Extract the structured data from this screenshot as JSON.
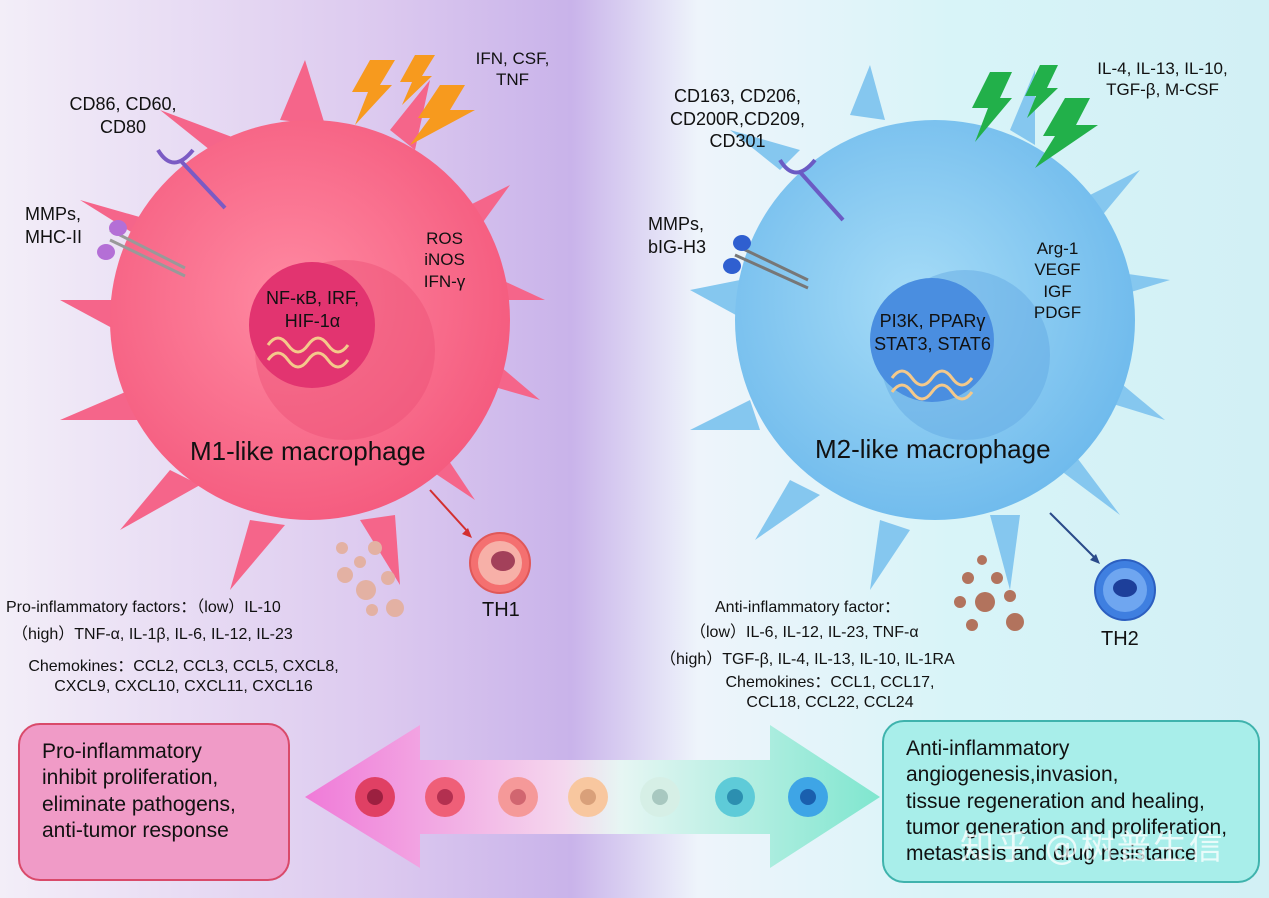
{
  "colors": {
    "m1_body": "#f76d8c",
    "m1_nucleus": "#e2346c",
    "m2_body": "#8ccdf2",
    "m2_nucleus": "#4a8ee0",
    "m1_bolt": "#f79a1e",
    "m2_bolt": "#22b04a",
    "m1_arrow": "#d32f2f",
    "m2_arrow": "#2a4a8a"
  },
  "m1": {
    "title": "M1-like macrophage",
    "receptor_label": "CD86, CD60,\nCD80",
    "mmps_label": "MMPs,\nMHC-II",
    "stimuli_label": "IFN, CSF,\nTNF",
    "products_label": "ROS\niNOS\nIFN-γ",
    "nucleus_label": "NF-κB, IRF,\nHIF-1α",
    "th_label": "TH1",
    "factors_title": "Pro-inflammatory factors：（low）IL-10",
    "factors_high": "（high）TNF-α, IL-1β, IL-6, IL-12, IL-23",
    "chemokines": "Chemokines：CCL2, CCL3, CCL5, CXCL8,\nCXCL9, CXCL10, CXCL11, CXCL16",
    "summary": "Pro-inflammatory\ninhibit proliferation,\neliminate pathogens,\nanti-tumor response"
  },
  "m2": {
    "title": "M2-like macrophage",
    "receptor_label": "CD163, CD206,\nCD200R,CD209,\nCD301",
    "mmps_label": "MMPs,\nbIG-H3",
    "stimuli_label": "IL-4, IL-13, IL-10,\nTGF-β, M-CSF",
    "products_label": "Arg-1\nVEGF\nIGF\nPDGF",
    "nucleus_label": "PI3K, PPARγ\nSTAT3, STAT6",
    "th_label": "TH2",
    "factors_title": "Anti-inflammatory factor：",
    "factors_low": "（low）IL-6, IL-12, IL-23, TNF-α",
    "factors_high": "（high）TGF-β, IL-4, IL-13, IL-10, IL-1RA",
    "chemokines": "Chemokines：CCL1, CCL17,\nCCL18, CCL22, CCL24",
    "summary": "Anti-inflammatory\nangiogenesis,invasion,\ntissue regeneration and healing,\ntumor generation and proliferation,\nmetastasis and drug resistance"
  },
  "watermark": "知乎 @树普生信"
}
